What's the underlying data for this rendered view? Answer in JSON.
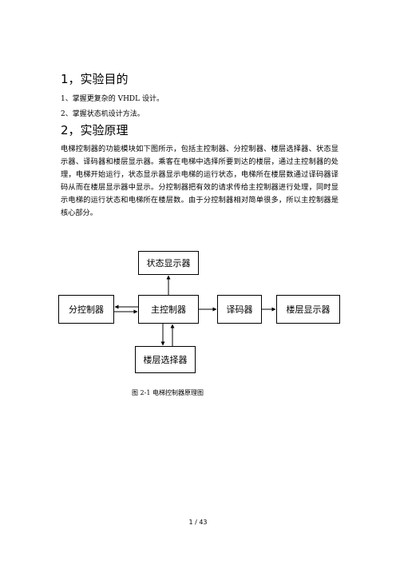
{
  "sections": {
    "purpose_heading": "1，实验目的",
    "purpose_items": [
      "1、掌握更复杂的 VHDL 设计。",
      "2、掌握状态机设计方法。"
    ],
    "principle_heading": "2，实验原理",
    "principle_paragraph": "电梯控制器的功能模块如下图所示，包括主控制器、分控制器、楼层选择器、状态显示器、译码器和楼层显示器。乘客在电梯中选择所要到达的楼层，通过主控制器的处理，电梯开始运行，状态显示器显示电梯的运行状态，电梯所在楼层数通过译码器译码从而在楼层显示器中显示。分控制器把有效的请求传给主控制器进行处理，同时显示电梯的运行状态和电梯所在楼层数。由于分控制器相对简单很多，所以主控制器是核心部分。"
  },
  "diagram": {
    "status_display": "状态显示器",
    "sub_controller": "分控制器",
    "main_controller": "主控制器",
    "decoder": "译码器",
    "floor_display": "楼层显示器",
    "floor_selector": "楼层选择器",
    "caption": "图 2-1 电梯控制器原理图"
  },
  "footer": {
    "page_number": "1 / 43"
  }
}
